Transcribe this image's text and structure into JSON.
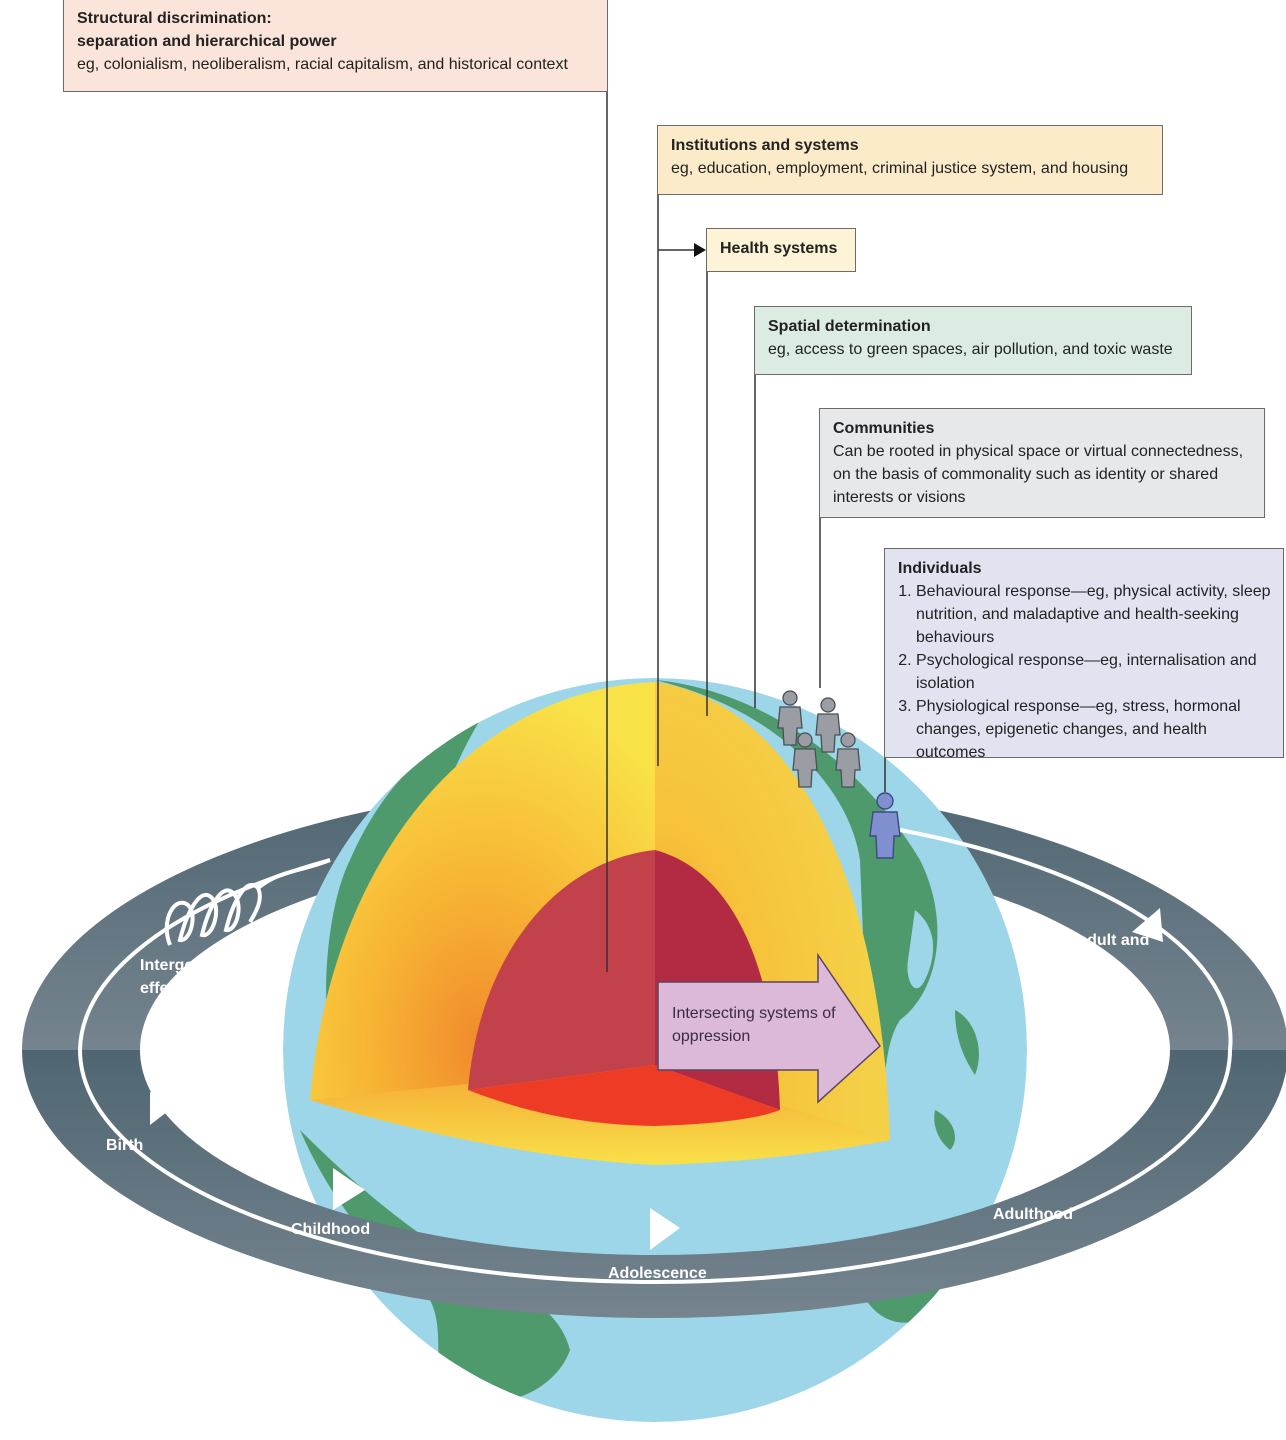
{
  "boxes": {
    "structural": {
      "title_line1": "Structural discrimination:",
      "title_line2": "separation and hierarchical power",
      "body": "eg, colonialism, neoliberalism, racial capitalism, and historical context",
      "color": "#fbe4d9"
    },
    "institutions": {
      "title": "Institutions and systems",
      "body": "eg, education, employment, criminal justice system, and housing",
      "color": "#fcebc9"
    },
    "health": {
      "title": "Health systems",
      "color": "#fdf3d6"
    },
    "spatial": {
      "title": "Spatial determination",
      "body": "eg, access to green spaces, air pollution, and toxic waste",
      "color": "#dcece2"
    },
    "communities": {
      "title": "Communities",
      "body": "Can be rooted in physical space or virtual connectedness, on the basis of commonality such as identity or shared interests or visions",
      "color": "#e6e8ea"
    },
    "individuals": {
      "title": "Individuals",
      "items": [
        "Behavioural response—eg, physical activity, sleep nutrition, and maladaptive and health-seeking behaviours",
        "Psychological response—eg, internalisation and isolation",
        "Physiological response—eg, stress, hormonal changes, epigenetic changes, and health outcomes"
      ],
      "color": "#e2e3f1"
    }
  },
  "ring_labels": {
    "intergenerational": "Intergenerational effects",
    "birth": "Birth",
    "childhood": "Childhood",
    "adolescence": "Adolescence",
    "adulthood": "Adulthood",
    "older": "Older adult and end of life"
  },
  "core_arrow": "Intersecting systems of oppression",
  "colors": {
    "ocean": "#9dd6e8",
    "land": "#4e9a6c",
    "ring": "#66757f",
    "mantle": "#f5c93b",
    "core": "#c2414b",
    "inner_core": "#ee3b25",
    "arrow_fill": "#dcb8d9",
    "people_gray": "#9a9da3",
    "person_blue": "#7f8fd0"
  },
  "icons": [
    "person-icon",
    "spiral-icon",
    "arrowhead-icon"
  ]
}
